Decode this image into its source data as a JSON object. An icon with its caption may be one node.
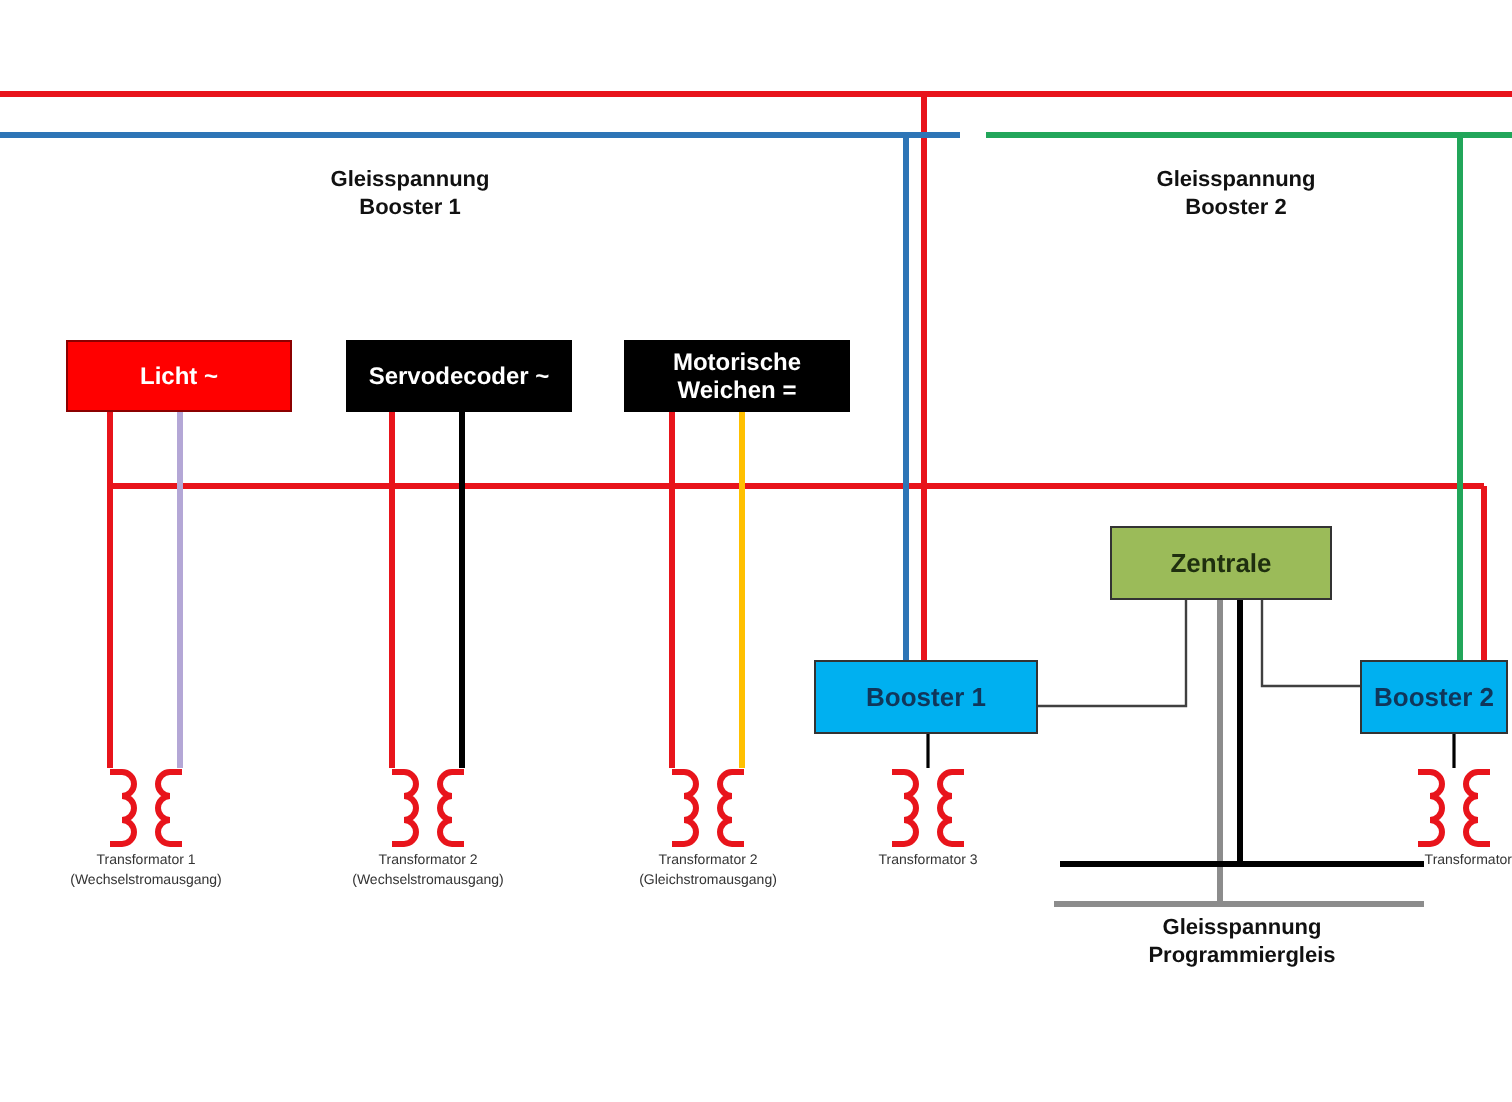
{
  "diagram": {
    "nodes": [
      {
        "text": [
          "Licht ~"
        ]
      },
      {
        "text": [
          "Servodecoder ~"
        ]
      },
      {
        "text": [
          "Motorische Weichen ="
        ]
      },
      {
        "text": [
          "Zentrale"
        ]
      },
      {
        "text": [
          "Booster 1"
        ]
      },
      {
        "text": [
          "Booster 2"
        ]
      },
      {
        "text": [],
        "shape": "picture",
        "beside": [
          "Transformator 1",
          "(Wechselstromausgang)"
        ]
      },
      {
        "text": [],
        "shape": "picture",
        "beside": [
          "Transformator 2",
          "(Wechselstromausgang)"
        ]
      },
      {
        "text": [],
        "shape": "picture",
        "beside": [
          "Transformator 2",
          "(Gleichstromausgang)"
        ]
      },
      {
        "text": [],
        "shape": "picture",
        "beside": [
          "Transformator 3"
        ]
      },
      {
        "text": [],
        "shape": "picture",
        "beside": [
          "Transformator"
        ]
      },
      {
        "text": [
          "Gleisspannung Booster 1"
        ]
      },
      {
        "text": [
          "Gleisspannung Booster 2"
        ]
      },
      {
        "text": [
          "Gleisspannung Programmiergleis"
        ]
      }
    ],
    "edges": [
      {
        "from": 0,
        "to": 6,
        "arrow": "none"
      },
      {
        "from": 0,
        "to": 6,
        "arrow": "none",
        "color": "#b4a7d6"
      },
      {
        "from": 1,
        "to": 7,
        "arrow": "none"
      },
      {
        "from": 1,
        "to": 7,
        "arrow": "none",
        "color": "#000000"
      },
      {
        "from": 2,
        "to": 8,
        "arrow": "none"
      },
      {
        "from": 2,
        "to": 8,
        "arrow": "none",
        "color": "#ffc000"
      },
      {
        "from": 4,
        "to": 11,
        "arrow": "none",
        "color": "#2e75b6"
      },
      {
        "from": 4,
        "to": null,
        "arrow": "none"
      },
      {
        "from": 5,
        "to": 12,
        "arrow": "none",
        "color": "#22a65a"
      },
      {
        "from": 5,
        "to": null,
        "arrow": "none"
      },
      {
        "from": 3,
        "to": 4,
        "arrow": "none",
        "color": "#404040"
      },
      {
        "from": 3,
        "to": 5,
        "arrow": "none",
        "color": "#404040"
      },
      {
        "from": 3,
        "to": 13,
        "arrow": "none",
        "color": "#8c8c8c"
      },
      {
        "from": 3,
        "to": 13,
        "arrow": "none",
        "color": "#000000"
      },
      {
        "from": 4,
        "to": 9,
        "arrow": "none",
        "color": "#000000"
      },
      {
        "from": 5,
        "to": 10,
        "arrow": "none",
        "color": "#000000"
      }
    ]
  }
}
